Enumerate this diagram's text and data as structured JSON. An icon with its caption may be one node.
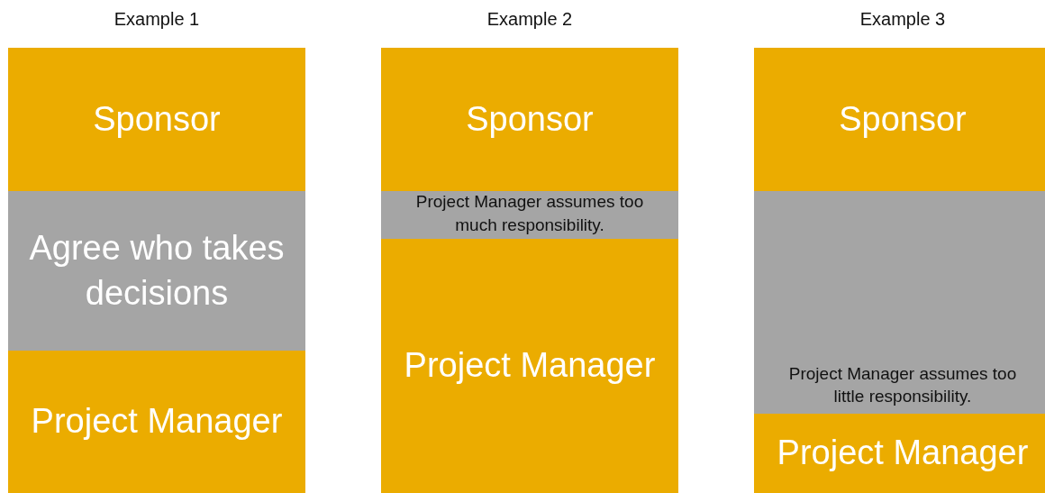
{
  "diagram": {
    "nodes": [
      {
        "text": [
          "Example 1"
        ]
      },
      {
        "text": [
          "Sponsor"
        ],
        "in": 0
      },
      {
        "text": [
          "Agree who takes decisions"
        ],
        "in": 0
      },
      {
        "text": [
          "Project Manager"
        ],
        "in": 0
      },
      {
        "text": [
          "Example 2"
        ]
      },
      {
        "text": [
          "Sponsor"
        ],
        "in": 4
      },
      {
        "text": [
          "Project Manager assumes too much responsibility."
        ],
        "in": 4
      },
      {
        "text": [
          "Project Manager"
        ],
        "in": 4
      },
      {
        "text": [
          "Example 3"
        ]
      },
      {
        "text": [
          "Sponsor"
        ],
        "in": 8
      },
      {
        "text": [
          "Project Manager assumes too little responsibility."
        ],
        "in": 8
      },
      {
        "text": [
          "Project Manager"
        ],
        "in": 8
      }
    ]
  }
}
